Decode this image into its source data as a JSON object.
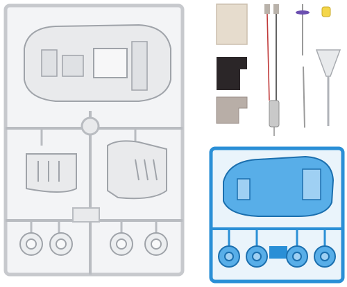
{
  "image": {
    "description_items": [
      "white-sprue-frame",
      "blue-sprue-frame",
      "foam-pad",
      "black-pad",
      "metal-plate",
      "motor-with-wires",
      "propeller-shaft",
      "rod",
      "funnel-part",
      "small-yellow-part"
    ]
  },
  "colors": {
    "background": "#ffffff",
    "white_sprue": "#e9eaec",
    "white_sprue_stroke": "#b9bcc1",
    "blue_sprue": "#2a8fd6",
    "blue_sprue_stroke": "#1b6fae",
    "foam": "#e6dccd",
    "black_pad": "#2b2628",
    "metal": "#b8aea7",
    "motor": "#c9c9c9",
    "wire_red": "#c03a3a",
    "wire_dark": "#3a3a3a",
    "accent_purple": "#6b4fb0",
    "accent_yellow": "#f4d64a"
  }
}
